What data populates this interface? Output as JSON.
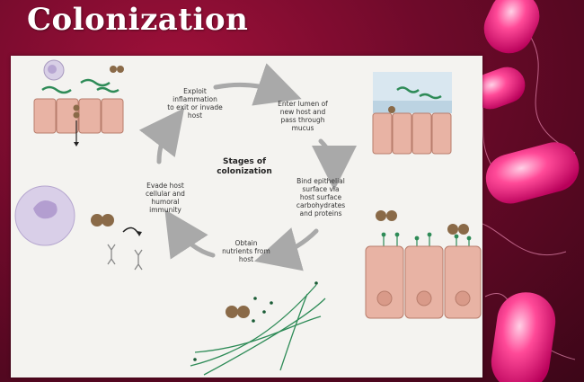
{
  "title": "Colonization",
  "diagram": {
    "center": [
      "Stages of",
      "colonization"
    ],
    "stages": [
      {
        "lines": [
          "Exploit",
          "inflammation",
          "to exit or invade",
          "host"
        ]
      },
      {
        "lines": [
          "Enter lumen of",
          "new host and",
          "pass through",
          "mucus"
        ]
      },
      {
        "lines": [
          "Bind epithelial",
          "surface via",
          "host surface",
          "carbohydrates",
          "and proteins"
        ]
      },
      {
        "lines": [
          "Obtain",
          "nutrients from",
          "host"
        ]
      },
      {
        "lines": [
          "Evade host",
          "cellular and",
          "humoral",
          "immunity"
        ]
      }
    ]
  },
  "colors": {
    "background": "#6e0a2a",
    "slide": "#f4f3f0",
    "arrow": "#a9a9a9",
    "cell": "#e8b3a4",
    "bacteria": "#8a6a48",
    "flagella": "#2e8b57",
    "bacterium_art": "#ff2f86"
  }
}
